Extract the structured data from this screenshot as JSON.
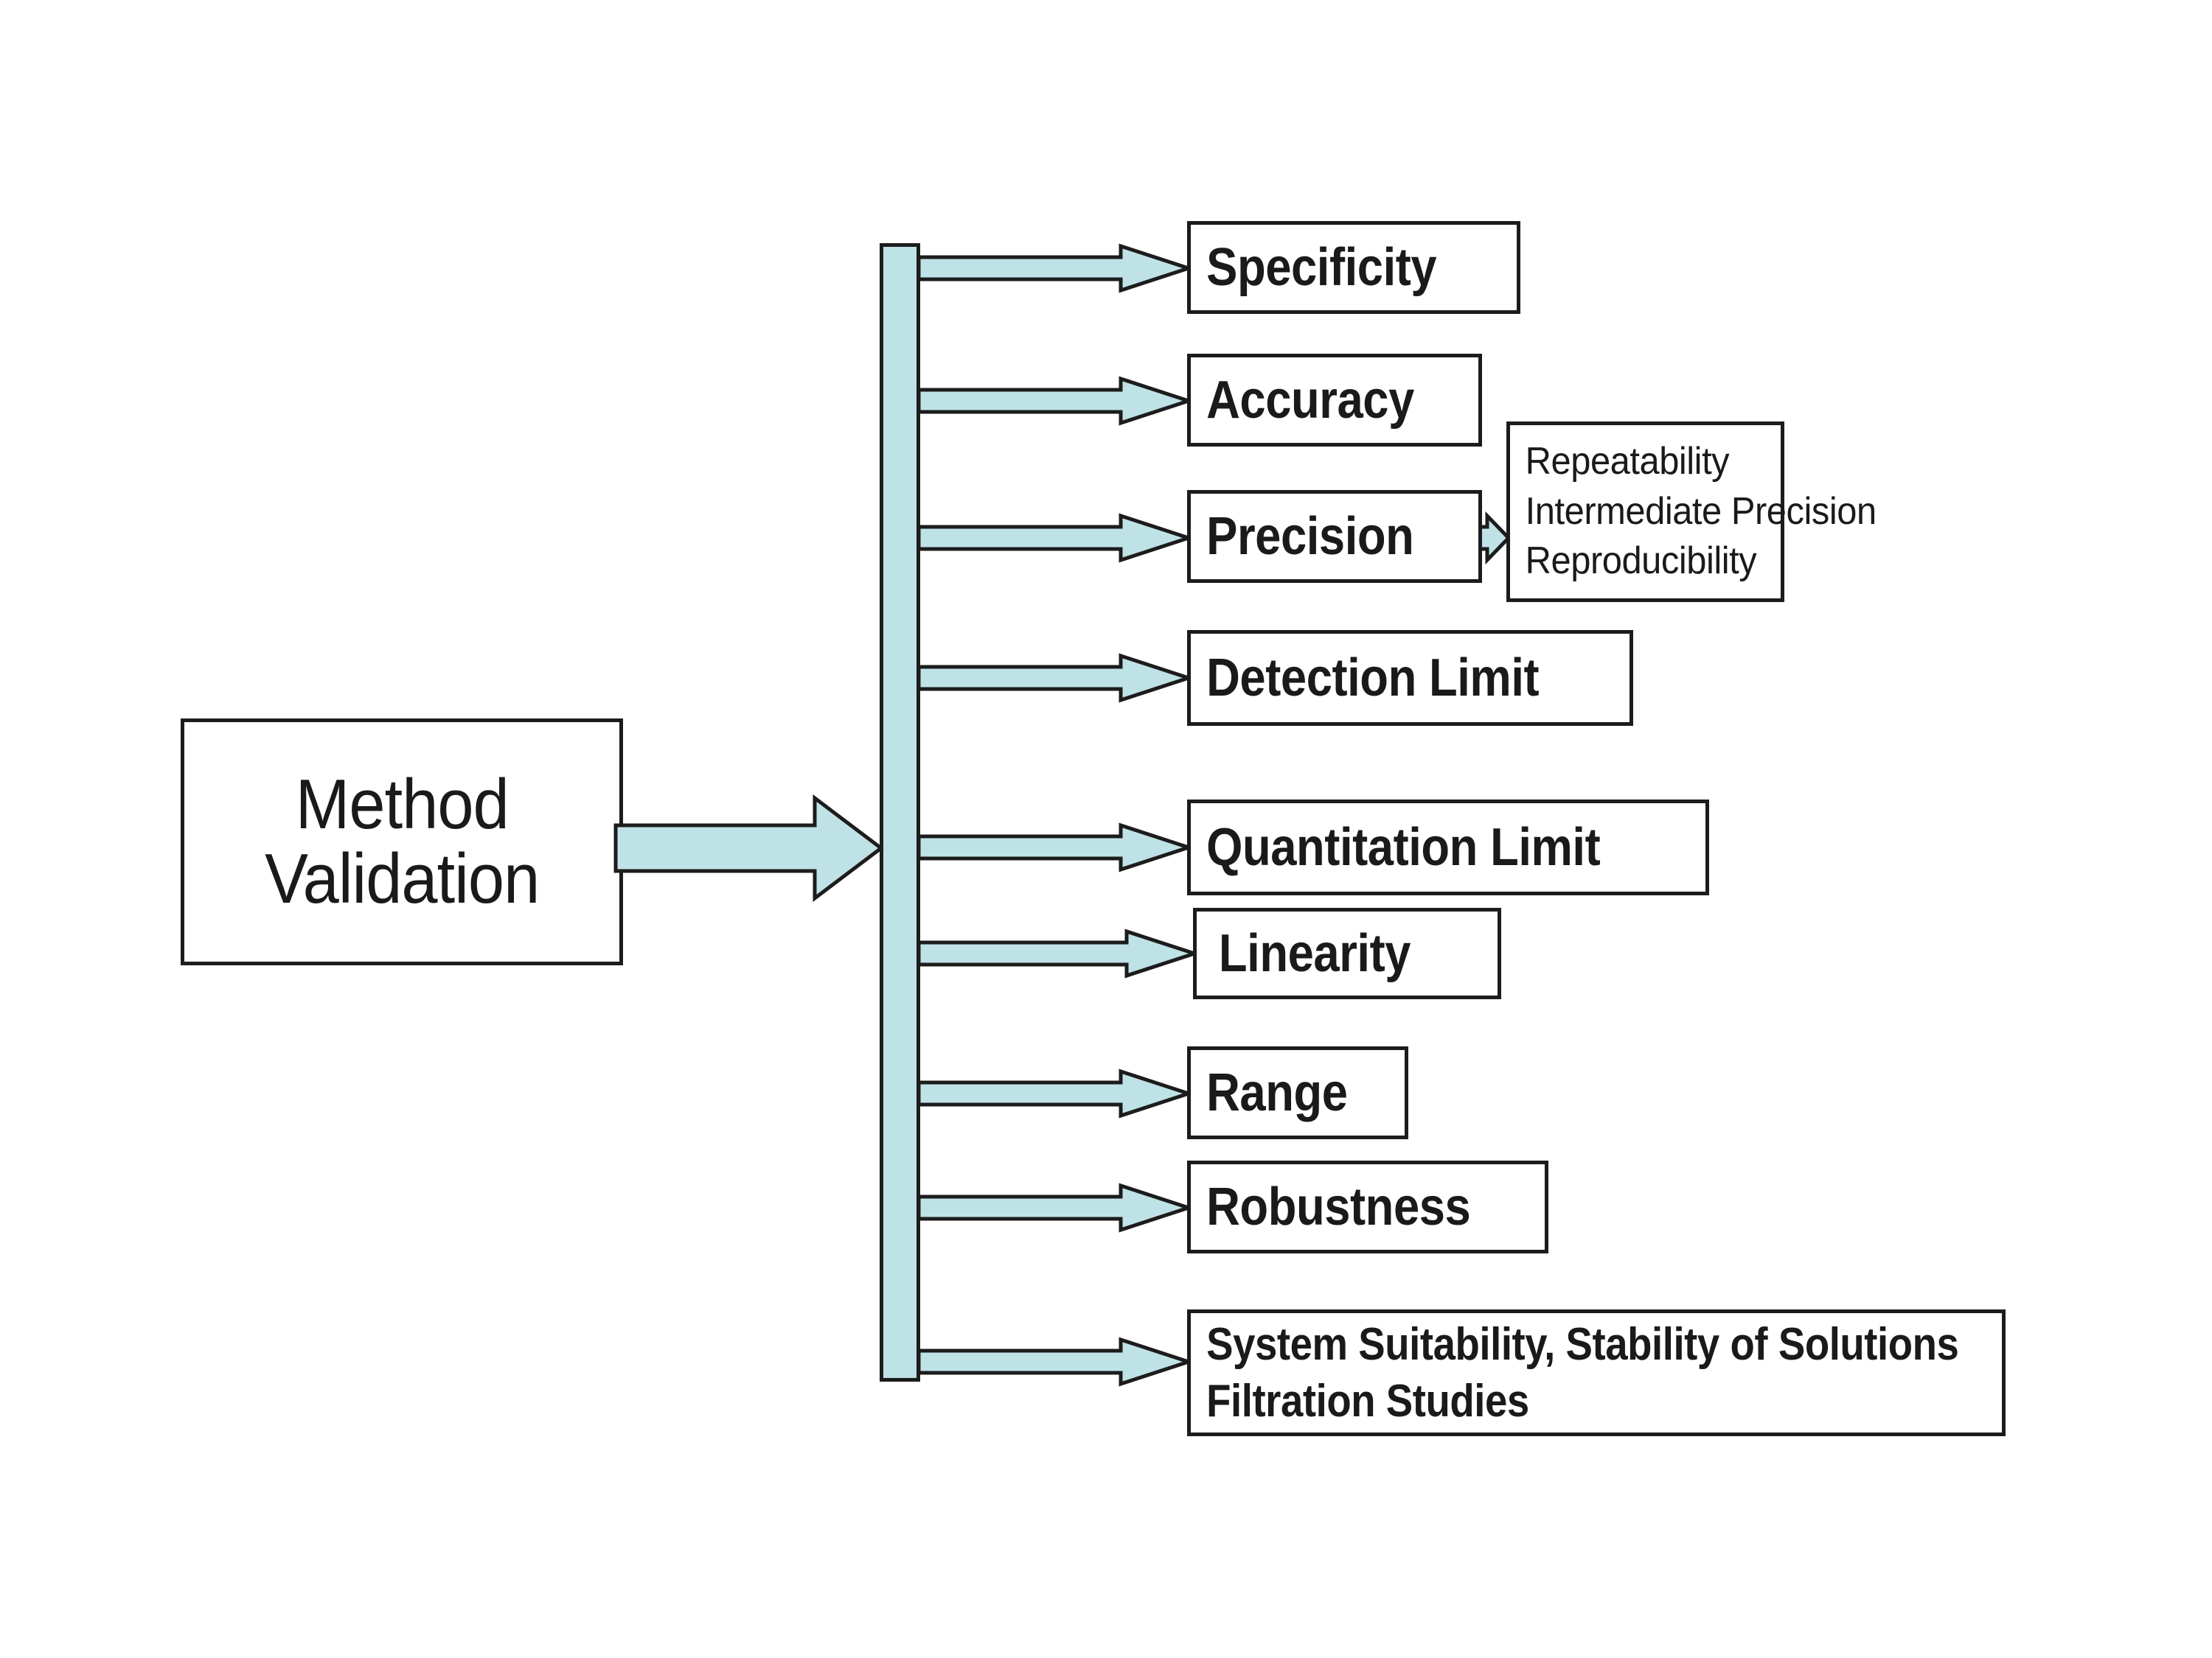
{
  "diagram": {
    "title": "Method Validation",
    "root": {
      "label": "Method\nValidation"
    },
    "colors": {
      "arrow_fill": "#bfe2e6",
      "spine_fill": "#bfe2e6",
      "stroke": "#1c1c1c",
      "box_fill": "#ffffff",
      "background": "#ffffff"
    },
    "branches": [
      {
        "label": "Specificity"
      },
      {
        "label": "Accuracy"
      },
      {
        "label": "Precision"
      },
      {
        "label": "Detection Limit"
      },
      {
        "label": "Quantitation Limit"
      },
      {
        "label": "Linearity"
      },
      {
        "label": "Range"
      },
      {
        "label": "Robustness"
      },
      {
        "label": "System Suitability, Stability of Solutions\nFiltration Studies"
      }
    ],
    "precision_detail": {
      "label": "Repeatability\nIntermediate Precision\nReproducibility",
      "items": [
        "Repeatability",
        "Intermediate Precision",
        "Reproducibility"
      ]
    }
  }
}
